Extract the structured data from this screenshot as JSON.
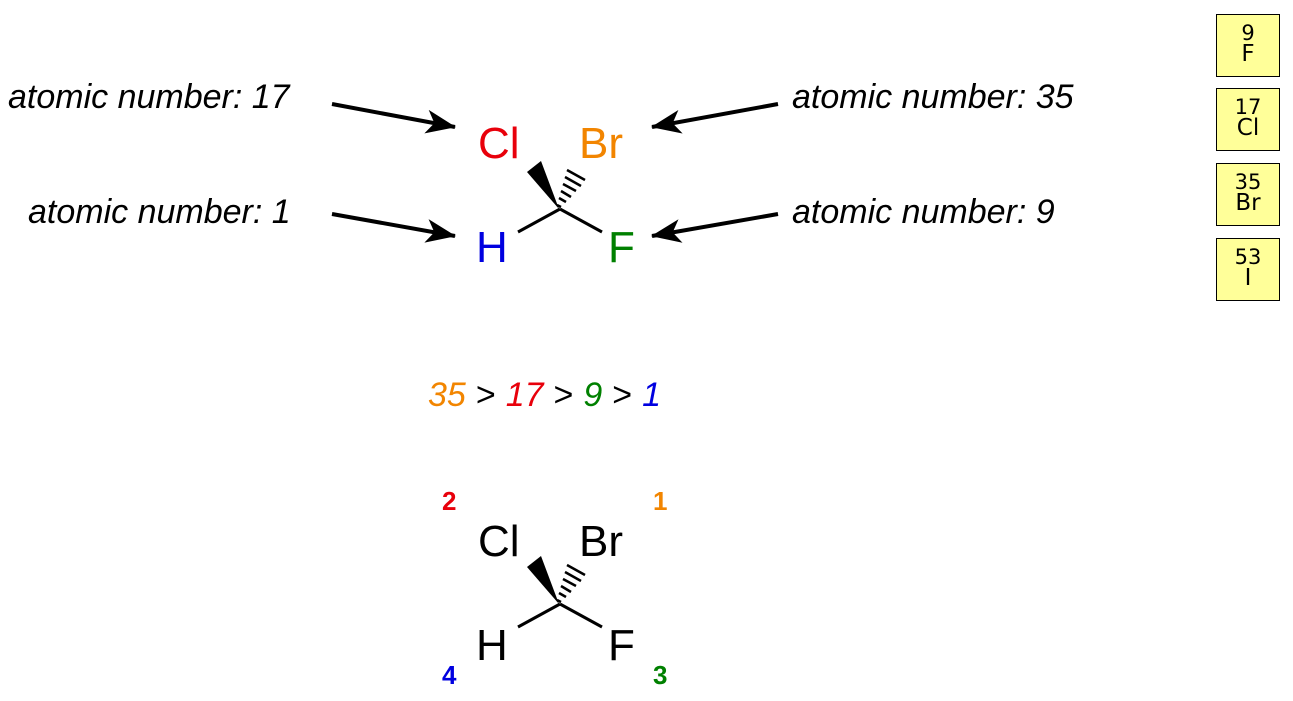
{
  "labels": {
    "cl": "atomic number: 17",
    "br": "atomic number: 35",
    "h": "atomic number: 1",
    "f": "atomic number: 9"
  },
  "molecule_top": {
    "cl": "Cl",
    "br": "Br",
    "h": "H",
    "f": "F"
  },
  "order": {
    "v1": "35",
    "v2": "17",
    "v3": "9",
    "v4": "1",
    "sep": ">"
  },
  "molecule_bottom": {
    "cl": "Cl",
    "br": "Br",
    "h": "H",
    "f": "F",
    "rank_cl": "2",
    "rank_br": "1",
    "rank_h": "4",
    "rank_f": "3"
  },
  "tiles": [
    {
      "z": "9",
      "s": "F"
    },
    {
      "z": "17",
      "s": "Cl"
    },
    {
      "z": "35",
      "s": "Br"
    },
    {
      "z": "53",
      "s": "I"
    }
  ],
  "colors": {
    "cl": "#e8000b",
    "br": "#f28500",
    "h": "#0000e0",
    "f": "#008000",
    "tile_bg": "#ffff99"
  }
}
